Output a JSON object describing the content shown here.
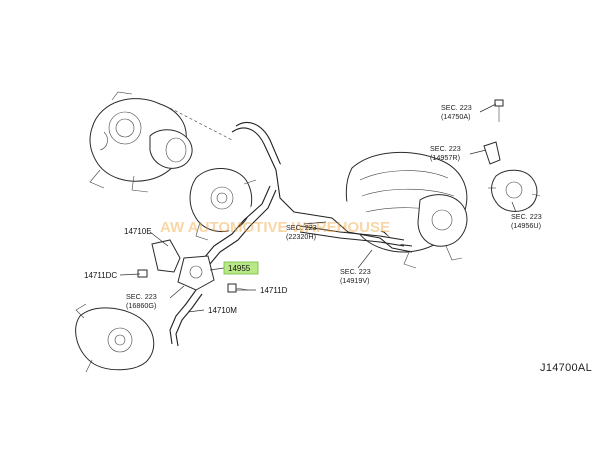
{
  "diagram_id": "J14700AL",
  "watermark": "AW AUTOMOTIVE WAREHOUSE",
  "highlight_color": "#b8e986",
  "labels": {
    "sec_14750a": {
      "line1": "SEC. 223",
      "line2": "(14750A)"
    },
    "sec_14957r": {
      "line1": "SEC. 223",
      "line2": "(14957R)"
    },
    "sec_14956u": {
      "line1": "SEC. 223",
      "line2": "(14956U)"
    },
    "sec_22320h": {
      "line1": "SEC. 223",
      "line2": "(22320H)"
    },
    "sec_14919v": {
      "line1": "SEC. 223",
      "line2": "(14919V)"
    },
    "sec_16860g": {
      "line1": "SEC. 223",
      "line2": "(16860G)"
    },
    "part_14710e": "14710E",
    "part_14711dc": "14711DC",
    "part_14955": "14955",
    "part_14711d": "14711D",
    "part_14710m": "14710M"
  }
}
